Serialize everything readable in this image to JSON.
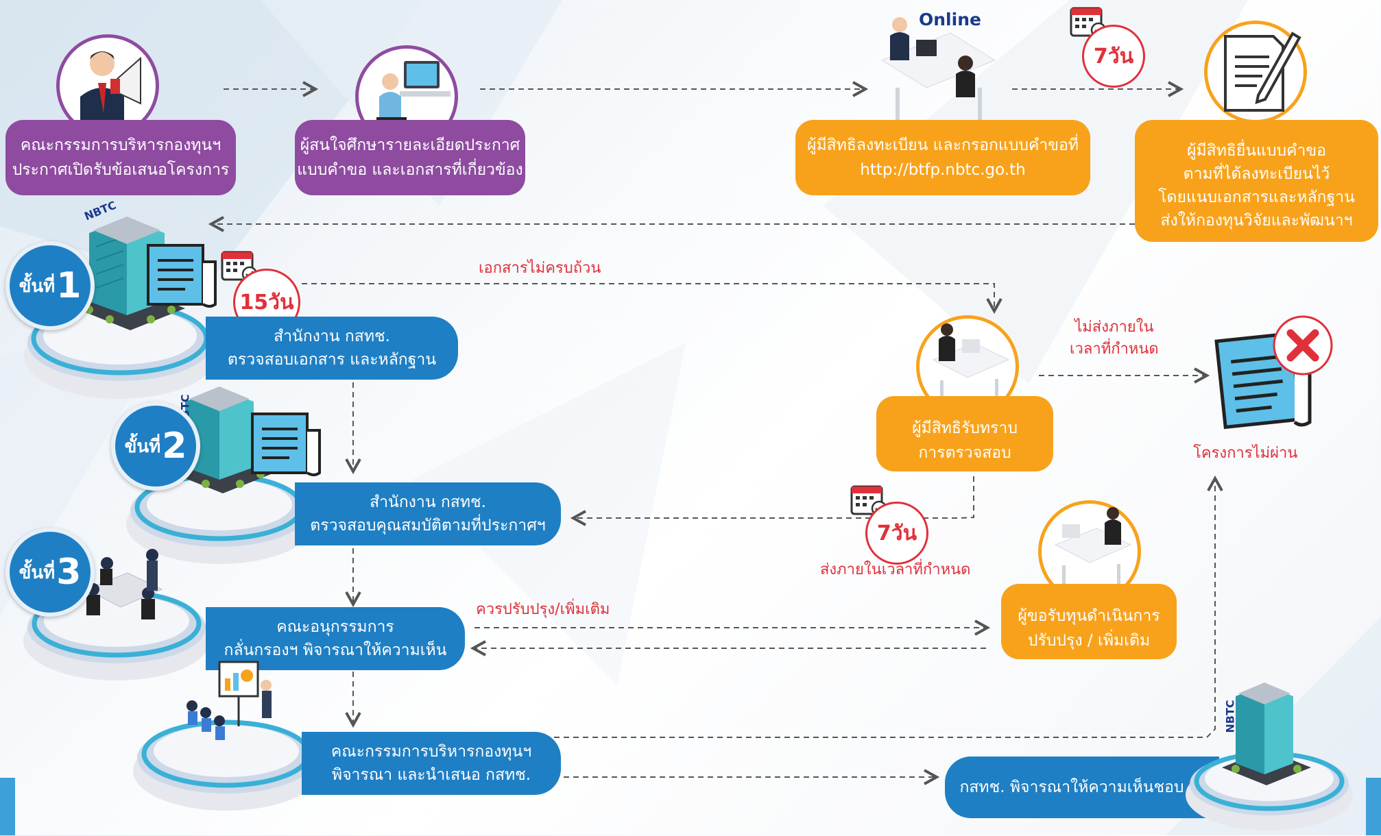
{
  "colors": {
    "purple": "#8e4ba0",
    "orange": "#f8a21b",
    "blue": "#1f7fc4",
    "red": "#e0303a",
    "navy": "#1a3a8a"
  },
  "top": {
    "announce": [
      "คณะกรรมการบริหารกองทุนฯ",
      "ประกาศเปิดรับข้อเสนอโครงการ"
    ],
    "study": [
      "ผู้สนใจศึกษารายละเอียดประกาศ",
      "แบบคำขอ และเอกสารที่เกี่ยวข้อง"
    ],
    "online_label": "Online",
    "register": [
      "ผู้มีสิทธิลงทะเบียน และกรอกแบบคำขอที่",
      "http://btfp.nbtc.go.th"
    ],
    "days_7_top": "7วัน",
    "submit": [
      "ผู้มีสิทธิยื่นแบบคำขอ",
      "ตามที่ได้ลงทะเบียนไว้",
      "โดยแนบเอกสารและหลักฐาน",
      "ส่งให้กองทุนวิจัยและพัฒนาฯ"
    ]
  },
  "steps": {
    "step_word": "ขั้นที่",
    "step1_num": "1",
    "step2_num": "2",
    "step3_num": "3",
    "nbtc": "NBTC",
    "days_15": "15วัน",
    "office_check_docs": [
      "สำนักงาน กสทช.",
      "ตรวจสอบเอกสาร และหลักฐาน"
    ],
    "office_check_qual": [
      "สำนักงาน กสทช.",
      "ตรวจสอบคุณสมบัติตามที่ประกาศฯ"
    ],
    "subcommittee": [
      "คณะอนุกรรมการ",
      "กลั่นกรองฯ พิจารณาให้ความเห็น"
    ],
    "board": [
      "คณะกรรมการบริหารกองทุนฯ",
      "พิจารณา และนำเสนอ กสทช."
    ],
    "nbtc_approve": "กสทช. พิจารณาให้ความเห็นชอบ"
  },
  "right": {
    "incomplete_docs": "เอกสารไม่ครบถ้วน",
    "acknowledge": [
      "ผู้มีสิทธิรับทราบ",
      "การตรวจสอบ"
    ],
    "not_sent": [
      "ไม่ส่งภายใน",
      "เวลาที่กำหนด"
    ],
    "project_fail": "โครงการไม่ผ่าน",
    "days_7_mid": "7วัน",
    "sent_in_time": "ส่งภายในเวลาที่กำหนด",
    "should_improve": "ควรปรับปรุง/เพิ่มเติม",
    "improve": [
      "ผู้ขอรับทุนดำเนินการ",
      "ปรับปรุง / เพิ่มเติม"
    ]
  }
}
